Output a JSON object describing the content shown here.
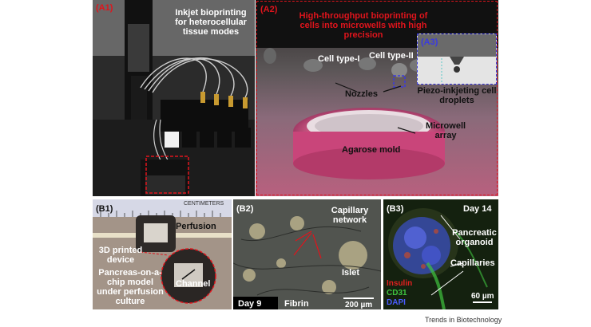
{
  "panels": {
    "a1": {
      "tag": "(A1)",
      "title": "Inkjet bioprinting for heterocellular tissue modes"
    },
    "a2": {
      "tag": "(A2)",
      "title": "High-throughput bioprinting of cells into microwells with high precision",
      "cell_type_1": "Cell type-I",
      "cell_type_2": "Cell type-II",
      "nozzles": "Nozzles",
      "microwell_array": "Microwell array",
      "agarose_mold": "Agarose mold"
    },
    "a3": {
      "tag": "(A3)",
      "caption": "Piezo-inkjeting cell droplets"
    },
    "b1": {
      "tag": "(B1)",
      "ruler_text": "CENTIMETERS",
      "perfusion": "Perfusion",
      "device": "3D printed device",
      "channel": "Channel",
      "caption": "Pancreas-on-a-chip model under perfusion culture"
    },
    "b2": {
      "tag": "(B2)",
      "capillary": "Capillary network",
      "islet": "Islet",
      "day": "Day 9",
      "fibrin": "Fibrin",
      "scale": "200 µm"
    },
    "b3": {
      "tag": "(B3)",
      "day": "Day 14",
      "organoid": "Pancreatic organoid",
      "capillaries": "Capillaries",
      "insulin": "Insulin",
      "cd31": "CD31",
      "dapi": "DAPI",
      "scale": "60 µm"
    }
  },
  "footer": "Trends in Biotechnology",
  "colors": {
    "red_accent": "#e0141c",
    "blue_accent": "#3a3adf",
    "insulin": "#e02020",
    "cd31": "#3fc43f",
    "dapi": "#4a5cff"
  }
}
